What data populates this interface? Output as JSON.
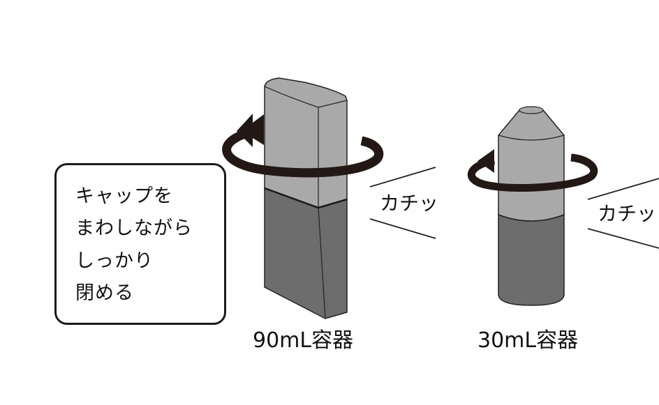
{
  "instruction": {
    "lines": [
      "キャップを",
      "まわしながら",
      "しっかり",
      "閉める"
    ]
  },
  "containers": {
    "large": {
      "label": "90mL容器",
      "click_sound": "カチッ"
    },
    "small": {
      "label": "30mL容器",
      "click_sound": "カチッ"
    }
  },
  "colors": {
    "cap": "#a9a9a9",
    "body": "#6d6d6d",
    "arrow": "#231815",
    "outline": "#222222"
  }
}
